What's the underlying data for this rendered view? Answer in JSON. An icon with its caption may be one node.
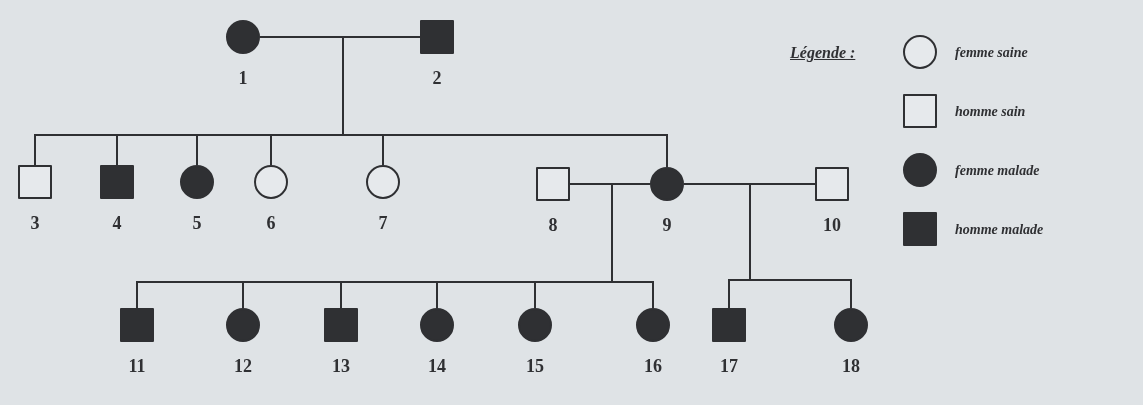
{
  "diagram": {
    "nodes": [
      {
        "text": [],
        "shape": "disc",
        "beside": [
          "1"
        ]
      },
      {
        "text": [],
        "shape": "block",
        "beside": [
          "2"
        ]
      },
      {
        "text": [],
        "shape": "box",
        "beside": [
          "3"
        ]
      },
      {
        "text": [],
        "shape": "block",
        "beside": [
          "4"
        ]
      },
      {
        "text": [],
        "shape": "disc",
        "beside": [
          "5"
        ]
      },
      {
        "text": [],
        "shape": "circle",
        "beside": [
          "6"
        ]
      },
      {
        "text": [],
        "shape": "circle",
        "beside": [
          "7"
        ]
      },
      {
        "text": [],
        "shape": "box",
        "beside": [
          "8"
        ]
      },
      {
        "text": [],
        "shape": "disc",
        "beside": [
          "9"
        ]
      },
      {
        "text": [],
        "shape": "box",
        "beside": [
          "10"
        ]
      },
      {
        "text": [],
        "shape": "block",
        "beside": [
          "11"
        ]
      },
      {
        "text": [],
        "shape": "disc",
        "beside": [
          "12"
        ]
      },
      {
        "text": [],
        "shape": "block",
        "beside": [
          "13"
        ]
      },
      {
        "text": [],
        "shape": "disc",
        "beside": [
          "14"
        ]
      },
      {
        "text": [],
        "shape": "disc",
        "beside": [
          "15"
        ]
      },
      {
        "text": [],
        "shape": "disc",
        "beside": [
          "16"
        ]
      },
      {
        "text": [],
        "shape": "block",
        "beside": [
          "17"
        ]
      },
      {
        "text": [],
        "shape": "disc",
        "beside": [
          "18"
        ]
      }
    ],
    "edges": [
      {
        "from": 0,
        "to": 1,
        "arrow": "none"
      },
      {
        "from": 0,
        "to": 2,
        "arrow": "none"
      },
      {
        "from": 1,
        "to": 2,
        "arrow": "none"
      },
      {
        "from": 0,
        "to": 3,
        "arrow": "none"
      },
      {
        "from": 1,
        "to": 3,
        "arrow": "none"
      },
      {
        "from": 0,
        "to": 4,
        "arrow": "none"
      },
      {
        "from": 1,
        "to": 4,
        "arrow": "none"
      },
      {
        "from": 0,
        "to": 5,
        "arrow": "none"
      },
      {
        "from": 1,
        "to": 5,
        "arrow": "none"
      },
      {
        "from": 0,
        "to": 6,
        "arrow": "none"
      },
      {
        "from": 1,
        "to": 6,
        "arrow": "none"
      },
      {
        "from": 0,
        "to": 8,
        "arrow": "none"
      },
      {
        "from": 1,
        "to": 8,
        "arrow": "none"
      },
      {
        "from": 7,
        "to": 8,
        "arrow": "none"
      },
      {
        "from": 8,
        "to": 9,
        "arrow": "none"
      },
      {
        "from": 7,
        "to": 10,
        "arrow": "none"
      },
      {
        "from": 8,
        "to": 10,
        "arrow": "none"
      },
      {
        "from": 7,
        "to": 11,
        "arrow": "none"
      },
      {
        "from": 8,
        "to": 11,
        "arrow": "none"
      },
      {
        "from": 7,
        "to": 12,
        "arrow": "none"
      },
      {
        "from": 8,
        "to": 12,
        "arrow": "none"
      },
      {
        "from": 7,
        "to": 13,
        "arrow": "none"
      },
      {
        "from": 8,
        "to": 13,
        "arrow": "none"
      },
      {
        "from": 7,
        "to": 14,
        "arrow": "none"
      },
      {
        "from": 8,
        "to": 14,
        "arrow": "none"
      },
      {
        "from": 7,
        "to": 15,
        "arrow": "none"
      },
      {
        "from": 8,
        "to": 15,
        "arrow": "none"
      },
      {
        "from": 8,
        "to": 16,
        "arrow": "none"
      },
      {
        "from": 9,
        "to": 16,
        "arrow": "none"
      },
      {
        "from": 8,
        "to": 17,
        "arrow": "none"
      },
      {
        "from": 9,
        "to": 17,
        "arrow": "none"
      }
    ],
    "labels": [
      "Légende :"
    ],
    "legend": [
      {
        "text": "femme saine"
      },
      {
        "text": "homme sain"
      },
      {
        "text": "femme malade"
      },
      {
        "text": "homme malade"
      }
    ]
  }
}
